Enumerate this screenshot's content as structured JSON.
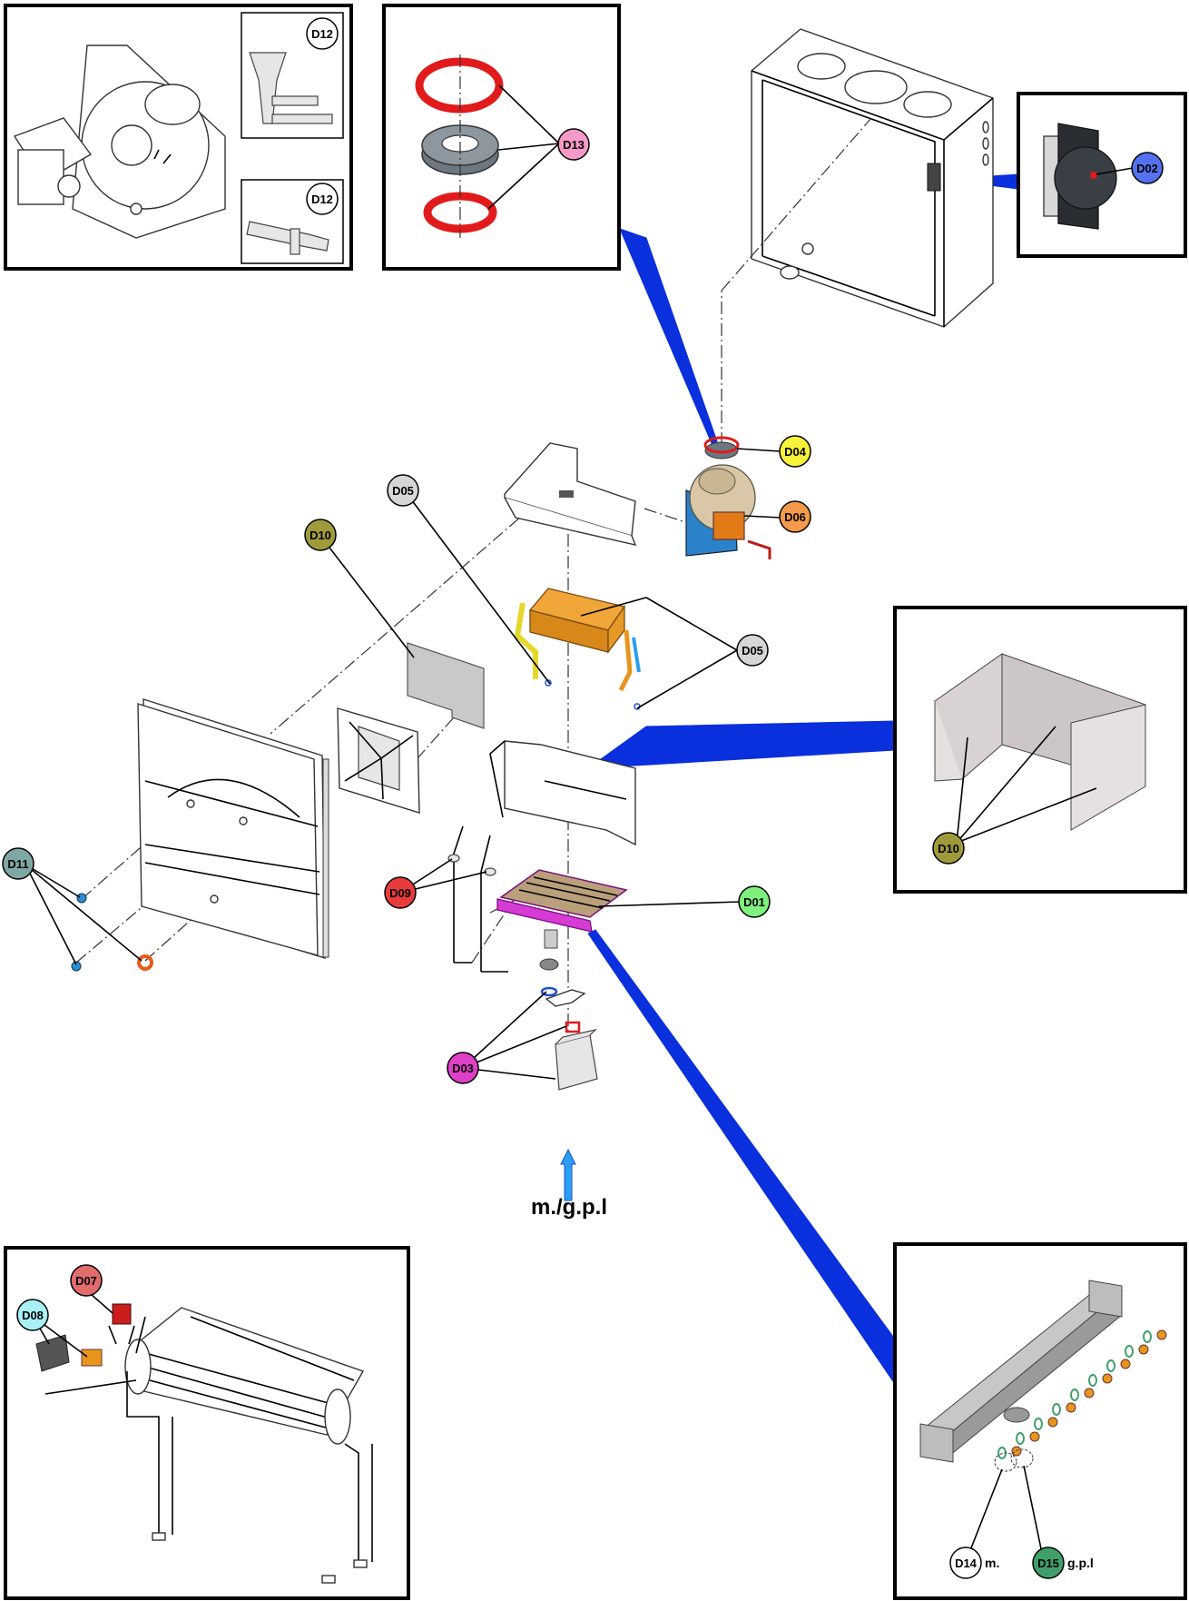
{
  "colors": {
    "callout_blue": "#0a2fdc",
    "D01": "#7ef07e",
    "D02": "#5472f0",
    "D03": "#e040c8",
    "D04": "#f7f33a",
    "D05": "#d6d6d6",
    "D06": "#f59a4a",
    "D07": "#e26b6b",
    "D08": "#a8f0f4",
    "D09": "#e83c3c",
    "D10": "#9f9b3b",
    "D11": "#7fa7a3",
    "D12": "#ffffff",
    "D13": "#f59ac8",
    "D14": "#ffffff",
    "D15": "#3f9f6a",
    "seal_red": "#e11b1b",
    "copper": "#e8951e",
    "burner_magenta": "#d63bd6",
    "gas_arrow": "#2a9ff0"
  },
  "labels": {
    "D01": "D01",
    "D02": "D02",
    "D03": "D03",
    "D04": "D04",
    "D05": "D05",
    "D06": "D06",
    "D07": "D07",
    "D08": "D08",
    "D09": "D09",
    "D10": "D10",
    "D11": "D11",
    "D12": "D12",
    "D13": "D13",
    "D14": "D14",
    "D15": "D15"
  },
  "texts": {
    "gas_type": "m./g.p.l",
    "d14_suffix": "m.",
    "d15_suffix": "g.p.l"
  }
}
